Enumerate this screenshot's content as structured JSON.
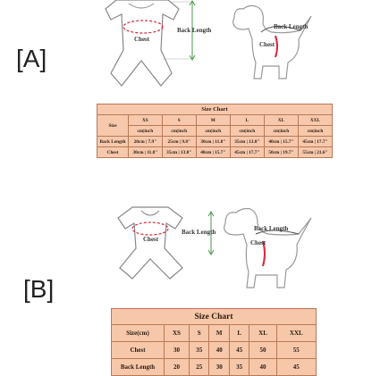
{
  "section_a": {
    "label": "[A]",
    "figure": {
      "chest": "Chest",
      "back_length": "Back Length",
      "dog_back_length": "Back Length",
      "dog_chest": "Chest"
    },
    "table": {
      "title": "Size Chart",
      "size_label": "Size",
      "sizes": [
        "XS",
        "S",
        "M",
        "L",
        "XL",
        "XXL"
      ],
      "unit_row": [
        "cm|inch",
        "cm|inch",
        "cm|inch",
        "cm|inch",
        "cm|inch",
        "cm|inch"
      ],
      "rows": [
        {
          "label": "Back Length",
          "values": [
            "20cm | 7.9\"",
            "25cm | 9.8\"",
            "30cm | 11.8\"",
            "35cm | 13.8\"",
            "40cm | 15.7\"",
            "45cm | 17.7\""
          ]
        },
        {
          "label": "Chest",
          "values": [
            "30cm | 11.8\"",
            "35cm | 13.8\"",
            "40cm | 15.7\"",
            "45cm | 17.7\"",
            "50cm | 19.7\"",
            "55cm | 21.6\""
          ]
        }
      ]
    }
  },
  "section_b": {
    "label": "[B]",
    "figure": {
      "chest": "Chest",
      "back_length": "Back Length",
      "dog_back_length": "Back Length",
      "dog_chest": "Chest"
    },
    "table": {
      "title": "Size Chart",
      "size_label": "Size(cm)",
      "sizes": [
        "XS",
        "S",
        "M",
        "L",
        "XL",
        "XXL"
      ],
      "rows": [
        {
          "label": "Chest",
          "values": [
            "30",
            "35",
            "40",
            "45",
            "50",
            "55"
          ]
        },
        {
          "label": "Back Length",
          "values": [
            "20",
            "25",
            "30",
            "35",
            "40",
            "45"
          ]
        }
      ]
    }
  },
  "colors": {
    "table_fill": "#f7c8ac",
    "table_border": "#b87a55",
    "measure_red": "#d9263a",
    "measure_green": "#4a9a4a"
  }
}
